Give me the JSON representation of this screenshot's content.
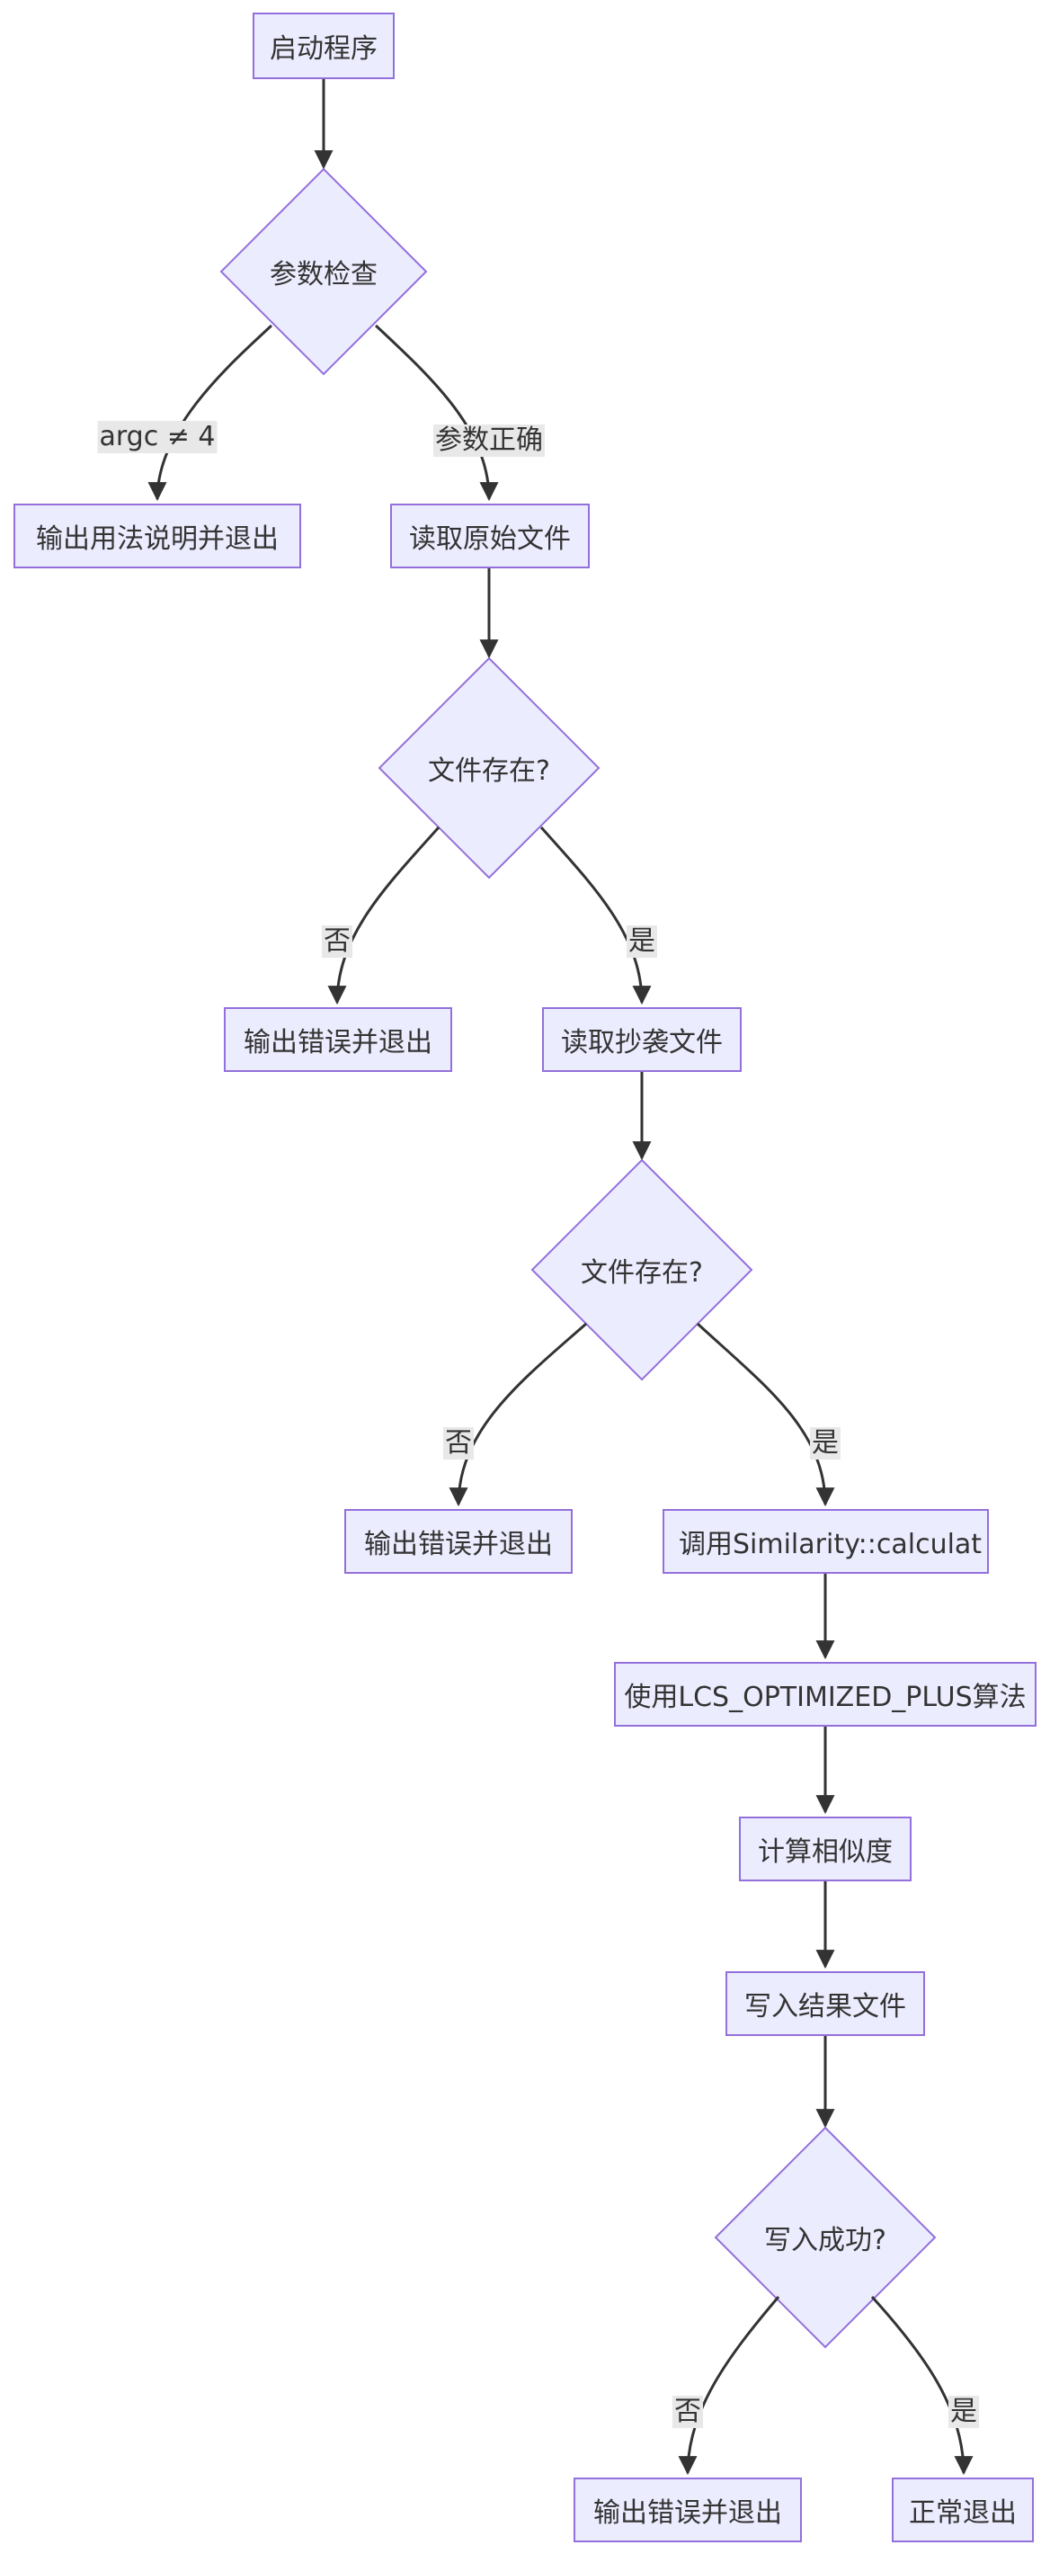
{
  "nodes": {
    "start": "启动程序",
    "check_args": "参数检查",
    "usage_exit": "输出用法说明并退出",
    "read_orig": "读取原始文件",
    "orig_exists": "文件存在?",
    "err_exit_1": "输出错误并退出",
    "read_copy": "读取抄袭文件",
    "copy_exists": "文件存在?",
    "err_exit_2": "输出错误并退出",
    "call_calc": "调用Similarity::calculat",
    "use_lcs": "使用LCS_OPTIMIZED_PLUS算法",
    "compute": "计算相似度",
    "write_result": "写入结果文件",
    "write_ok": "写入成功?",
    "err_exit_3": "输出错误并退出",
    "normal_exit": "正常退出"
  },
  "edge_labels": {
    "argc_bad": "argc ≠ 4",
    "args_ok": "参数正确",
    "no_1": "否",
    "yes_1": "是",
    "no_2": "否",
    "yes_2": "是",
    "no_3": "否",
    "yes_3": "是"
  },
  "colors": {
    "node_fill": "#ececff",
    "node_stroke": "#9370db",
    "edge": "#333333",
    "label_bg": "#e8e8e8"
  }
}
